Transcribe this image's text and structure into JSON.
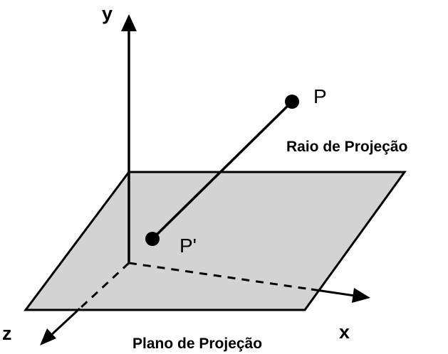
{
  "labels": {
    "axis_y": "y",
    "axis_x": "x",
    "axis_z": "z",
    "point_p": "P",
    "point_p_prime": "P'",
    "projection_ray": "Raio de Projeção",
    "projection_plane": "Plano de Projeção"
  },
  "colors": {
    "plane_fill": "#d3d3d3",
    "stroke": "#000000",
    "background": "#ffffff"
  }
}
